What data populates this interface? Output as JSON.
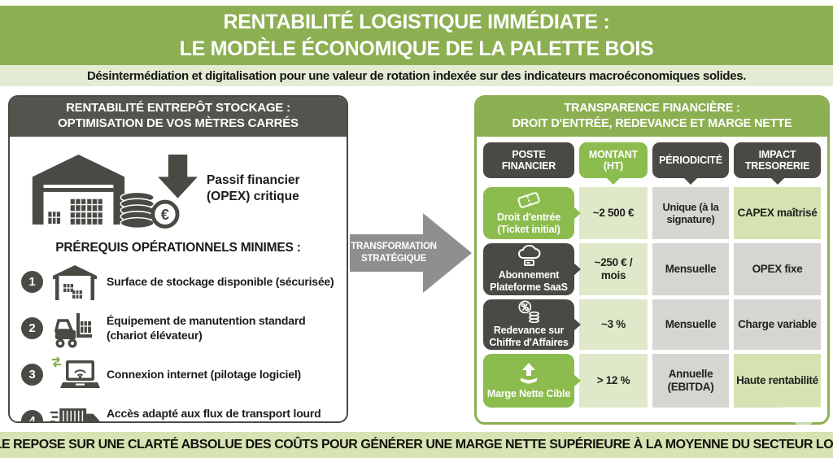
{
  "title": {
    "line1": "RENTABILITÉ LOGISTIQUE IMMÉDIATE :",
    "line2": "LE MODÈLE ÉCONOMIQUE DE LA PALETTE BOIS"
  },
  "subtitle": "Désintermédiation et digitalisation pour une valeur de rotation indexée sur des indicateurs macroéconomiques solides.",
  "left_panel": {
    "header_line1": "RENTABILITÉ ENTREPÔT STOCKAGE :",
    "header_line2": "OPTIMISATION DE VOS MÈTRES CARRÉS",
    "hero_caption": "Passif financier (OPEX) critique",
    "section_title": "PRÉREQUIS OPÉRATIONNELS MINIMES :",
    "items": [
      {
        "num": "1",
        "icon": "storage-shelter-icon",
        "label": "Surface de stockage disponible (sécurisée)"
      },
      {
        "num": "2",
        "icon": "forklift-icon",
        "label": "Équipement de manutention standard (chariot élévateur)"
      },
      {
        "num": "3",
        "icon": "laptop-wifi-icon",
        "label": "Connexion internet (pilotage logiciel)"
      },
      {
        "num": "4",
        "icon": "truck-icon",
        "label": "Accès adapté aux flux de transport lourd (FTL)"
      }
    ]
  },
  "arrow": {
    "line1": "TRANSFORMATION",
    "line2": "STRATÉGIQUE"
  },
  "right_panel": {
    "header_line1": "TRANSPARENCE FINANCIÈRE :",
    "header_line2": "DROIT D'ENTRÉE, REDEVANCE ET MARGE NETTE",
    "columns": [
      {
        "label": "POSTE FINANCIER"
      },
      {
        "label": "MONTANT (HT)"
      },
      {
        "label": "PÉRIODICITÉ"
      },
      {
        "label": "IMPACT TRESORERIE"
      }
    ],
    "rows": [
      {
        "poste": "Droit d'entrée (Ticket initial)",
        "icon": "ticket-icon",
        "montant": "~2 500 €",
        "periodicite": "Unique (à la signature)",
        "impact": "CAPEX maîtrisé"
      },
      {
        "poste": "Abonnement Plateforme SaaS",
        "icon": "cloud-saas-icon",
        "montant": "~250 € / mois",
        "periodicite": "Mensuelle",
        "impact": "OPEX fixe"
      },
      {
        "poste": "Redevance sur Chiffre d'Affaires",
        "icon": "percent-coins-icon",
        "montant": "~3 %",
        "periodicite": "Mensuelle",
        "impact": "Charge variable"
      },
      {
        "poste": "Marge Nette Cible",
        "icon": "hand-arrow-up-icon",
        "montant": "> 12 %",
        "periodicite": "Annuelle (EBITDA)",
        "impact": "Haute rentabilité"
      }
    ]
  },
  "footer": "LE MODÈLE REPOSE SUR UNE CLARTÉ ABSOLUE DES COÛTS POUR GÉNÉRER UNE MARGE NETTE SUPÉRIEURE À LA MOYENNE DU SECTEUR LOGISTIQUE.",
  "colors": {
    "brand_green": "#8caf52",
    "bright_green": "#8cbc4d",
    "dark_gray": "#4a4944",
    "pale_green_cell": "#dfe9c9",
    "green_cell": "#d5e3b2",
    "gray_cell": "#d6d5d2",
    "subtitle_bg": "#e3ecd2",
    "footer_bg": "#d6e3b2",
    "arrow_gray": "#8f908e"
  }
}
